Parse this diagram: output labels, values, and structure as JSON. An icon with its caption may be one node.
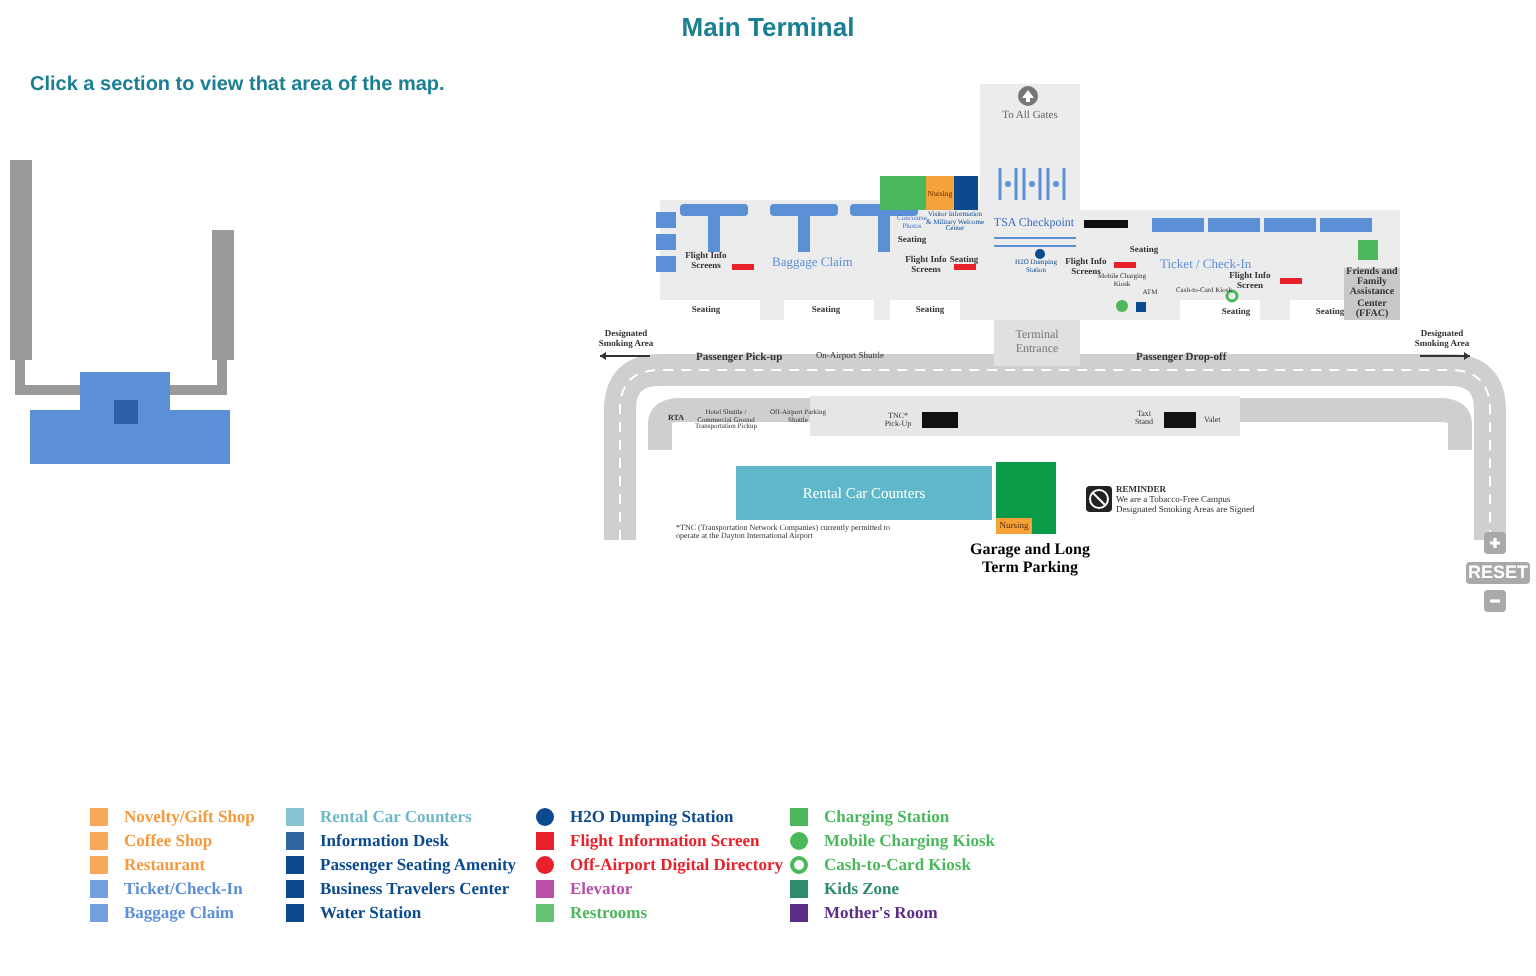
{
  "diagram": {
    "title": "Main Terminal",
    "nodes": [
      {
        "text": [
          "Rental Car Counters"
        ]
      },
      {
        "text": [],
        "shape": "box",
        "beside": [
          "Garage and Long Term Parking"
        ]
      },
      {
        "text": [
          "Nursing"
        ],
        "in": 1
      },
      {
        "text": [
          "Nursing"
        ]
      },
      {
        "text": [
          "Terminal Entrance"
        ]
      },
      {
        "text": [
          "Friends and Family Assistance Center (FFAC)"
        ]
      },
      {
        "text": [],
        "shape": "box"
      },
      {
        "text": [],
        "shape": "box"
      },
      {
        "text": [],
        "shape": "box"
      },
      {
        "text": [],
        "shape": "box"
      },
      {
        "text": [],
        "shape": "box"
      },
      {
        "text": [],
        "shape": "box"
      },
      {
        "text": [],
        "shape": "box"
      }
    ],
    "labels": [
      "Click a section to view that area of the map.",
      "To All Gates",
      "Concourse Photos",
      "Visitor Information & Military Welcome Center",
      "TSA Checkpoint",
      "Seating",
      "Seating",
      "H2O Dumping Station",
      "Flight Info Screens",
      "Baggage Claim",
      "Flight Info Screens",
      "Seating",
      "Flight Info Screens",
      "Ticket / Check-In",
      "Mobile Charging Kiosk",
      "Flight Info Screen",
      "ATM",
      "Cash-to-Card Kiosk",
      "Seating",
      "Seating",
      "Seating",
      "Seating",
      "Seating",
      "Designated Smoking Area",
      "Designated Smoking Area",
      "Passenger Pick-up",
      "On-Airport Shuttle",
      "Passenger Drop-off",
      "RTA",
      "Hotel Shuttle / Commercial Ground Transportation Pickup",
      "Off-Airport Parking Shuttle",
      "TNC* Pick-Up",
      "Taxi Stand",
      "Valet",
      "*TNC (Transportation Network Companies) currently permitted to operate at the Dayton International Airport",
      "REMINDER",
      "We are a Tobacco-Free Campus",
      "Designated Smoking Areas are Signed",
      "RESET"
    ],
    "legend": [
      {
        "text": "Novelty/Gift Shop"
      },
      {
        "text": "Coffee Shop"
      },
      {
        "text": "Restaurant"
      },
      {
        "text": "Ticket/Check-In"
      },
      {
        "text": "Baggage Claim"
      },
      {
        "text": "Rental Car Counters"
      },
      {
        "text": "Information Desk"
      },
      {
        "text": "Passenger Seating Amenity",
        "color": "#0b4a8f"
      },
      {
        "text": "Business Travelers Center",
        "color": "#0b4a8f"
      },
      {
        "text": "Water Station",
        "color": "#0b4a8f"
      },
      {
        "text": "H2O Dumping Station"
      },
      {
        "text": "Flight Information Screen",
        "color": "#e8212a"
      },
      {
        "text": "Off-Airport Digital Directory"
      },
      {
        "text": "Elevator",
        "color": "#b94fa6"
      },
      {
        "text": "Restrooms"
      },
      {
        "text": "Charging Station",
        "color": "#4cb85c"
      },
      {
        "text": "Mobile Charging Kiosk"
      },
      {
        "text": "Cash-to-Card Kiosk"
      },
      {
        "text": "Kids Zone",
        "color": "#2e8b6e"
      },
      {
        "text": "Mother's Room",
        "color": "#5b2d86"
      }
    ]
  }
}
